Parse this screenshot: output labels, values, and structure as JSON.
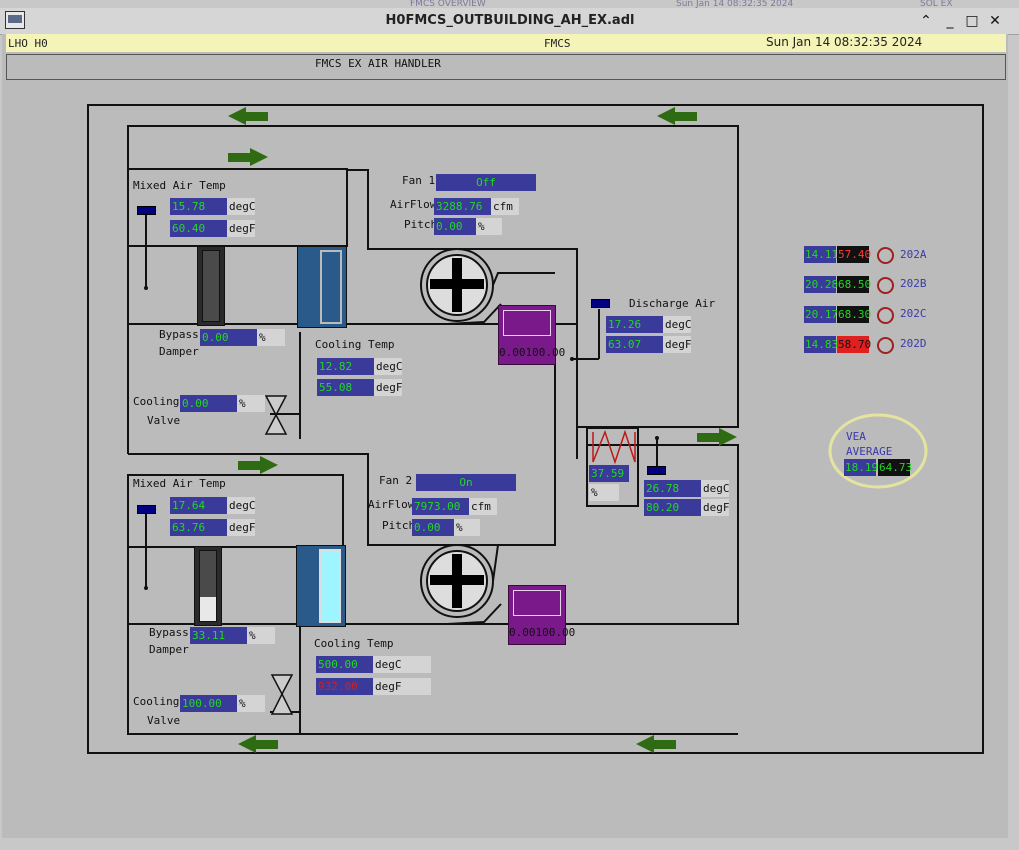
{
  "window": {
    "title": "H0FMCS_OUTBUILDING_AH_EX.adl",
    "ghost_left": "FMCS OVERVIEW",
    "ghost_right": "Sun Jan 14 08:32:35 2024",
    "ghost_far": "SOL EX",
    "minimize": "_",
    "maximize": "□",
    "close": "✕",
    "shade_up": "⌃"
  },
  "header": {
    "site": "LHO H0",
    "system": "FMCS",
    "datetime": "Sun Jan 14 08:32:35 2024",
    "panel_title": "FMCS EX AIR HANDLER"
  },
  "unit1": {
    "mixed_air_label": "Mixed Air Temp",
    "mixed_c": "15.78",
    "mixed_f": "60.40",
    "bypass_label": "Bypass",
    "damper_label": "Damper",
    "bypass_val": "0.00",
    "cooling_label": "Cooling",
    "valve_label": "Valve",
    "cooling_valve": "0.00",
    "cooling_temp_label": "Cooling Temp",
    "cool_c": "12.82",
    "cool_f": "55.08",
    "fan_label": "Fan 1",
    "fan_state": "Off",
    "airflow_label": "AirFlow",
    "airflow": "3288.76",
    "pitch_label": "Pitch",
    "pitch": "0.00",
    "meter_val": "0.00100.00"
  },
  "unit2": {
    "mixed_air_label": "Mixed Air Temp",
    "mixed_c": "17.64",
    "mixed_f": "63.76",
    "bypass_label": "Bypass",
    "damper_label": "Damper",
    "bypass_val": "33.11",
    "cooling_label": "Cooling",
    "valve_label": "Valve",
    "cooling_valve": "100.00",
    "cooling_temp_label": "Cooling Temp",
    "cool_c": "500.00",
    "cool_f": "932.00",
    "fan_label": "Fan 2",
    "fan_state": "On",
    "airflow_label": "AirFlow",
    "airflow": "7973.00",
    "pitch_label": "Pitch",
    "pitch": "0.00",
    "meter_val": "0.00100.00"
  },
  "discharge": {
    "label": "Discharge Air",
    "c": "17.26",
    "f": "63.07"
  },
  "heater": {
    "val": "37.59",
    "unit": "%"
  },
  "return_sensor": {
    "c": "26.78",
    "f": "80.20"
  },
  "units": {
    "degC": "degC",
    "degF": "degF",
    "pct": "%",
    "cfm": "cfm"
  },
  "rooms": [
    {
      "c": "14.11",
      "f": "57.40",
      "name": "202A",
      "f_style": "red"
    },
    {
      "c": "20.28",
      "f": "68.50",
      "name": "202B",
      "f_style": "black"
    },
    {
      "c": "20.17",
      "f": "68.30",
      "name": "202C",
      "f_style": "black"
    },
    {
      "c": "14.83",
      "f": "58.70",
      "name": "202D",
      "f_style": "redbg"
    }
  ],
  "vea": {
    "label1": "VEA",
    "label2": "AVERAGE",
    "c": "18.19",
    "f": "64.73"
  },
  "colors": {
    "arrow": "#2f6b12",
    "value_text": "#22d822",
    "value_bg": "#3a3a9a",
    "alarm": "#cc2222",
    "panel_bg": "#bbbbbb"
  }
}
